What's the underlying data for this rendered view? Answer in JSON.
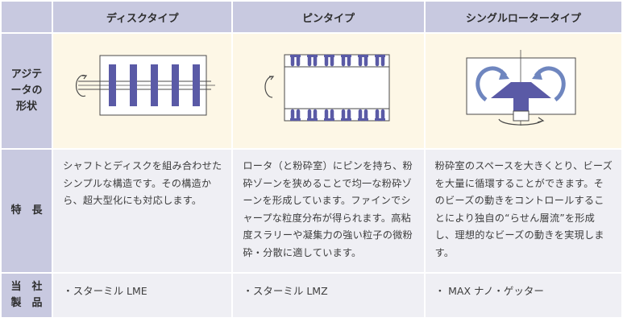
{
  "columns": [
    "ディスクタイプ",
    "ピンタイプ",
    "シングルロータータイプ"
  ],
  "rows": {
    "agitator": {
      "label_lines": [
        "アジテ",
        "ータの",
        "形状"
      ]
    },
    "features": {
      "label": "特　長",
      "cells": [
        "シャフトとディスクを組み合わせたシンプルな構造です。その構造から、超大型化にも対応します。",
        "ロータ（と粉砕室）にピンを持ち、粉砕ゾーンを狭めることで均一な粉砕ゾーンを形成しています。ファインでシャープな粒度分布が得られます。高粘度スラリーや凝集力の強い粒子の微粉砕・分散に適しています。",
        "粉砕室のスペースを大きくとり、ビーズを大量に循環することができます。そのビーズの動きをコントロールすることにより独自の“らせん層流”を形成し、理想的なビーズの動きを実現します。"
      ]
    },
    "products": {
      "label_lines": [
        "当　社",
        "製　品"
      ],
      "cells": [
        "・スターミル LME",
        "・スターミル LMZ",
        "・ MAX ナノ・ゲッター"
      ]
    }
  },
  "colors": {
    "header_bg": "#c8c9e0",
    "image_row_bg": "#fdf7e6",
    "text_row_bg": "#efeff4",
    "accent_purple": "#5a5aa6",
    "arrow_blue": "#6f86bf"
  }
}
